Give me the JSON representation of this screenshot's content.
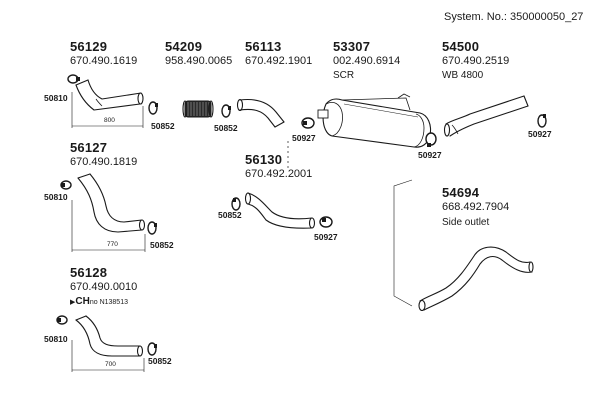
{
  "system_number": "System. No.: 350000050_27",
  "parts": {
    "p56129": {
      "number": "56129",
      "ref": "670.490.1619"
    },
    "p54209": {
      "number": "54209",
      "ref": "958.490.0065"
    },
    "p56113": {
      "number": "56113",
      "ref": "670.492.1901"
    },
    "p53307": {
      "number": "53307",
      "ref": "002.490.6914",
      "note": "SCR"
    },
    "p54500": {
      "number": "54500",
      "ref": "670.490.2519",
      "note": "WB 4800"
    },
    "p56127": {
      "number": "56127",
      "ref": "670.490.1819"
    },
    "p56130": {
      "number": "56130",
      "ref": "670.492.2001"
    },
    "p54694": {
      "number": "54694",
      "ref": "668.492.7904",
      "note": "Side outlet"
    },
    "p56128": {
      "number": "56128",
      "ref": "670.490.0010",
      "note_prefix": "CH",
      "note": "no N138513"
    }
  },
  "clamps": {
    "c50810_a": "50810",
    "c50852_a": "50852",
    "c50852_b": "50852",
    "c50927_a": "50927",
    "c50927_b": "50927",
    "c50927_c": "50927",
    "c50810_b": "50810",
    "c50852_c": "50852",
    "c50852_d": "50852",
    "c50927_d": "50927",
    "c50810_c": "50810",
    "c50852_e": "50852"
  },
  "dimensions": {
    "d800": "800",
    "d770": "770",
    "d700": "700"
  },
  "icons": [
    "pipe-bend",
    "flex-hose",
    "muffler",
    "band-clamp",
    "arrow-marker"
  ]
}
